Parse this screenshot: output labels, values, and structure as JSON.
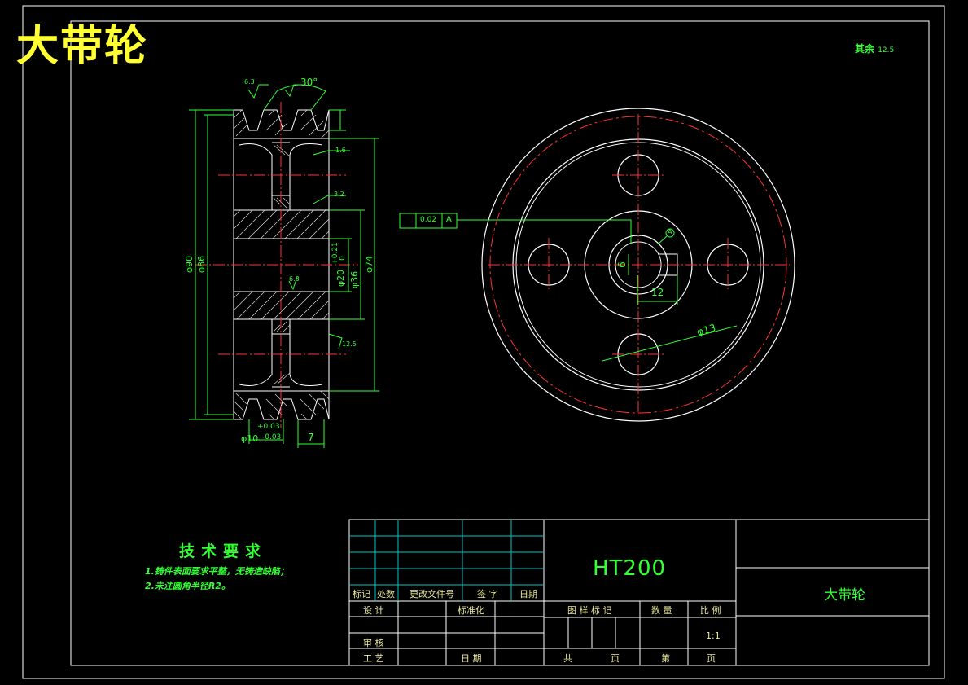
{
  "drawing": {
    "title": "大带轮",
    "roughness_note": "其余",
    "roughness_value": "12.5"
  },
  "tech_requirements": {
    "heading": "技术要求",
    "items": [
      "1.铸件表面要求平整，无铸造缺陷；",
      "2.未注圆角半径R2。"
    ]
  },
  "dimensions": {
    "angle": "30°",
    "d90": "φ90",
    "d86": "φ86",
    "d74": "φ74",
    "d36": "φ36",
    "d20": "φ20",
    "tol_upper_020": "+0.21",
    "tol_lower_020": "0",
    "d10": "φ10",
    "tol_upper_010": "+0.03",
    "tol_lower_010": "-0.03",
    "width7": "7",
    "keyway_6": "6",
    "keyway_12": "12",
    "hole_13": "φ13",
    "datum": "A",
    "symmetry_tol": "0.02",
    "rough_a": "6.3",
    "rough_b": "1.6",
    "rough_c": "3.2",
    "rough_d": "6.3",
    "rough_e": "12.5"
  },
  "title_block": {
    "rev_headers": [
      "标记",
      "处数",
      "更改文件号",
      "签 字",
      "日期"
    ],
    "design": "设 计",
    "standard": "标准化",
    "review": "审 核",
    "process": "工 艺",
    "date": "日 期",
    "stage_mark": "图 样 标 记",
    "quantity": "数 量",
    "scale_label": "比 例",
    "scale_value": "1:1",
    "total": "共",
    "page": "页",
    "sheet": "第",
    "page2": "页",
    "material": "HT200",
    "part_name": "大带轮"
  }
}
